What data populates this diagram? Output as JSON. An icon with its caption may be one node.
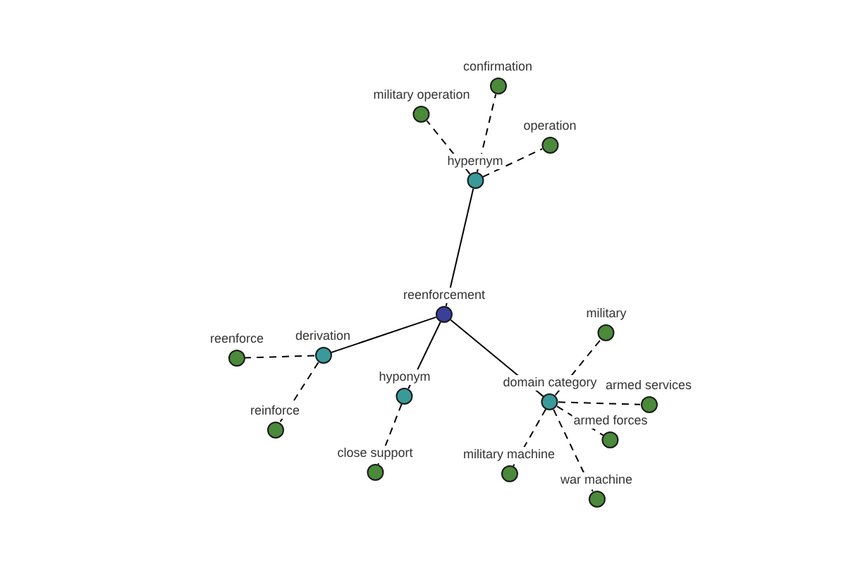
{
  "diagram": {
    "nodes": [
      {
        "text": [
          "reenforcement"
        ]
      },
      {
        "text": [
          "hypernym"
        ]
      },
      {
        "text": [
          "military operation"
        ]
      },
      {
        "text": [
          "confirmation"
        ]
      },
      {
        "text": [
          "operation"
        ]
      },
      {
        "text": [
          "derivation"
        ]
      },
      {
        "text": [
          "reenforce"
        ]
      },
      {
        "text": [
          "reinforce"
        ]
      },
      {
        "text": [
          "hyponym"
        ]
      },
      {
        "text": [
          "close support"
        ]
      },
      {
        "text": [
          "domain category"
        ]
      },
      {
        "text": [
          "military"
        ]
      },
      {
        "text": [
          "armed services"
        ]
      },
      {
        "text": [
          "armed forces"
        ]
      },
      {
        "text": [
          "military machine"
        ]
      },
      {
        "text": [
          "war machine"
        ]
      }
    ],
    "edges": [
      {
        "from": 0,
        "to": 1,
        "arrow": "none"
      },
      {
        "from": 1,
        "to": 2,
        "arrow": "none",
        "style": "dashed"
      },
      {
        "from": 1,
        "to": 3,
        "arrow": "none",
        "style": "dashed"
      },
      {
        "from": 1,
        "to": 4,
        "arrow": "none",
        "style": "dashed"
      },
      {
        "from": 0,
        "to": 5,
        "arrow": "none"
      },
      {
        "from": 5,
        "to": 6,
        "arrow": "none",
        "style": "dashed"
      },
      {
        "from": 5,
        "to": 7,
        "arrow": "none",
        "style": "dashed"
      },
      {
        "from": 0,
        "to": 8,
        "arrow": "none"
      },
      {
        "from": 8,
        "to": 9,
        "arrow": "none",
        "style": "dashed"
      },
      {
        "from": 0,
        "to": 10,
        "arrow": "none"
      },
      {
        "from": 10,
        "to": 11,
        "arrow": "none",
        "style": "dashed"
      },
      {
        "from": 10,
        "to": 12,
        "arrow": "none",
        "style": "dashed"
      },
      {
        "from": 10,
        "to": 13,
        "arrow": "none",
        "style": "dashed"
      },
      {
        "from": 10,
        "to": 14,
        "arrow": "none",
        "style": "dashed"
      },
      {
        "from": 10,
        "to": 15,
        "arrow": "none",
        "style": "dashed"
      }
    ]
  }
}
